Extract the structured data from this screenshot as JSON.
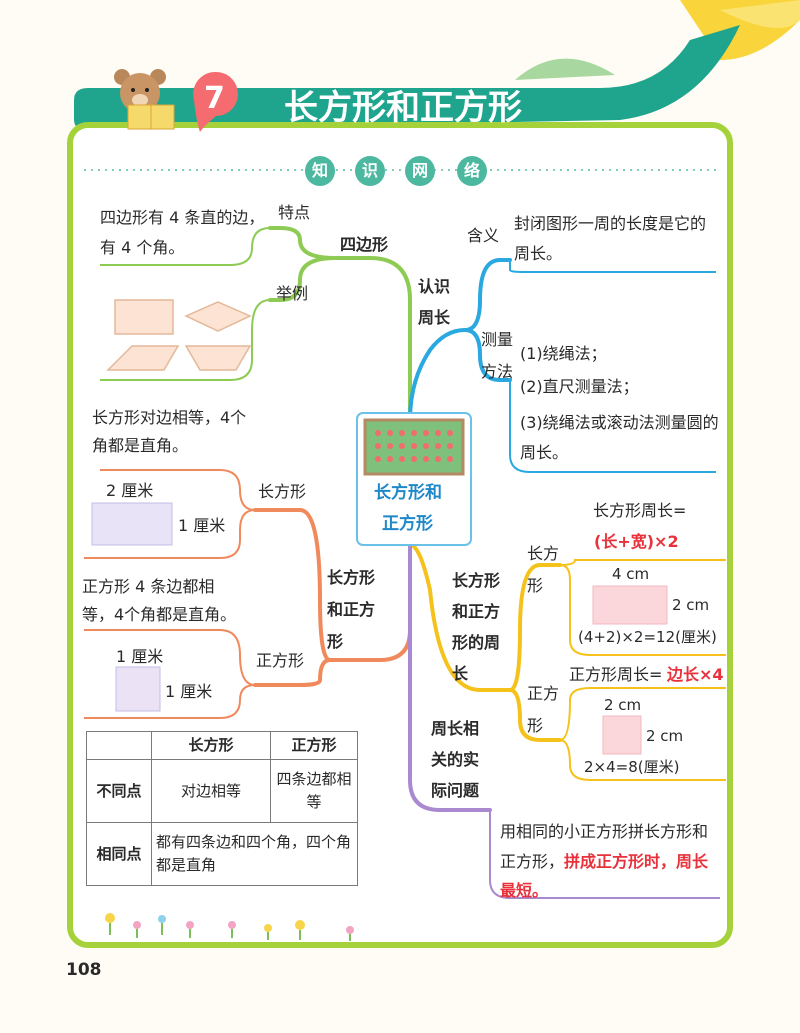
{
  "header": {
    "chapter_number": "7",
    "title": "长方形和正方形"
  },
  "section_badges": [
    "知",
    "识",
    "网",
    "络"
  ],
  "center": {
    "line1": "长方形和",
    "line2": "正方形"
  },
  "quadrilateral": {
    "title": "四边形",
    "feature_label": "特点",
    "feature_text": "四边形有 4 条直的边，有 4 个角。",
    "example_label": "举例"
  },
  "rect_square": {
    "title": [
      "长方形",
      "和正方",
      "形"
    ],
    "rect_desc": "长方形对边相等，4个角都是直角。",
    "rect_label": "长方形",
    "rect_width": "2 厘米",
    "rect_height": "1 厘米",
    "square_desc": "正方形 4 条边都相等，4个角都是直角。",
    "square_label": "正方形",
    "square_width": "1 厘米",
    "square_height": "1 厘米"
  },
  "table": {
    "headers": [
      "",
      "长方形",
      "正方形"
    ],
    "rows": [
      {
        "label": "不同点",
        "rect": "对边相等",
        "square": "四条边都相等"
      },
      {
        "label": "相同点",
        "shared": "都有四条边和四个角，四个角都是直角"
      }
    ]
  },
  "perimeter_intro": {
    "title": [
      "认识",
      "周长"
    ],
    "meaning_label": "含义",
    "meaning_text": "封闭图形一周的长度是它的周长。",
    "measure_label": [
      "测量",
      "方法"
    ],
    "methods": [
      "(1)绕绳法；",
      "(2)直尺测量法；",
      "(3)绕绳法或滚动法测量圆的周长。"
    ]
  },
  "perimeter_calc": {
    "title": [
      "长方形",
      "和正方",
      "形的周",
      "长"
    ],
    "rect_label": [
      "长方",
      "形"
    ],
    "rect_formula_prefix": "长方形周长=",
    "rect_formula_red": "(长+宽)×2",
    "rect_width": "4 cm",
    "rect_height": "2 cm",
    "rect_calc": "(4+2)×2=12(厘米)",
    "square_label": [
      "正方",
      "形"
    ],
    "square_formula_prefix": "正方形周长=",
    "square_formula_red": "边长×4",
    "square_width": "2 cm",
    "square_height": "2 cm",
    "square_calc": "2×4=8(厘米)"
  },
  "practical": {
    "title": [
      "周长相",
      "关的实",
      "际问题"
    ],
    "text_plain": "用相同的小正方形拼长方形和正方形，",
    "text_red": "拼成正方形时，周长最短。"
  },
  "page_number": "108",
  "colors": {
    "teal": "#1fa58d",
    "frame": "#a5d23a",
    "blue": "#2aa8e0",
    "orange": "#f08a5d",
    "yellow": "#f5c21b",
    "purple": "#a98ad0",
    "red": "#e8313b"
  }
}
